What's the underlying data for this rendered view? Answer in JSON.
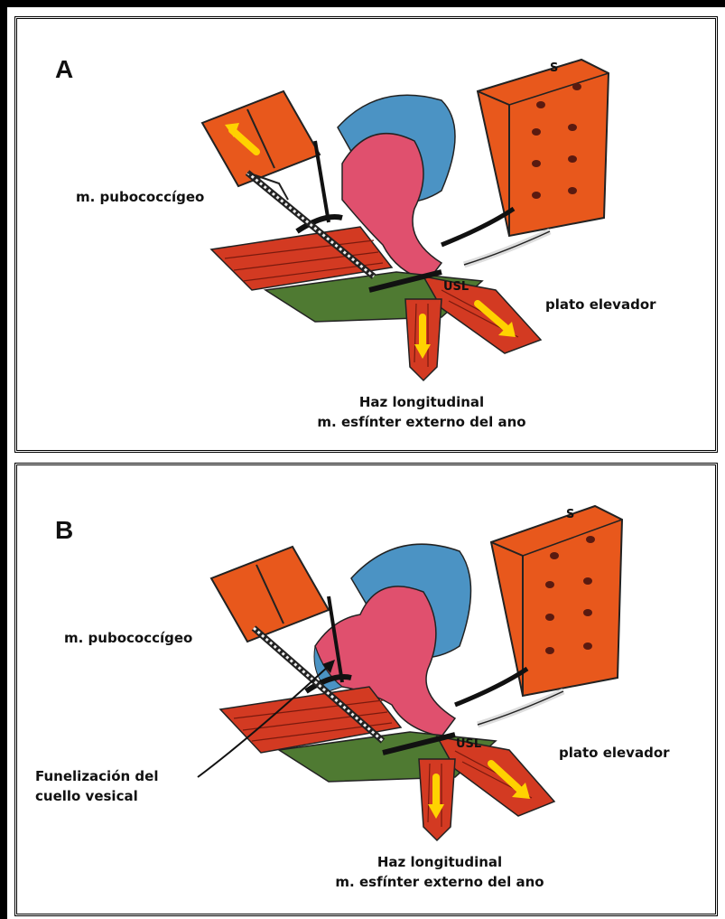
{
  "panels": [
    {
      "letter": "A",
      "labels": {
        "pubococcygeus": "m. pubococcígeo",
        "levator_plate": "plato elevador",
        "longitudinal_line1": "Haz longitudinal",
        "longitudinal_line2": "m. esfínter externo del ano",
        "sacrum_mark": "S",
        "usl_mark": "USL"
      }
    },
    {
      "letter": "B",
      "labels": {
        "pubococcygeus": "m. pubococcígeo",
        "levator_plate": "plato elevador",
        "longitudinal_line1": "Haz longitudinal",
        "longitudinal_line2": "m. esfínter externo del ano",
        "funneling_line1": "Funelización del",
        "funneling_line2": "cuello vesical",
        "sacrum_mark": "S",
        "usl_mark": "USL"
      }
    }
  ],
  "colors": {
    "muscle_orange": "#e8581c",
    "muscle_red": "#d33a22",
    "bladder_blue": "#4b93c4",
    "bladder_pink": "#e0506e",
    "vagina_green": "#4f7a32",
    "arrow_yellow": "#ffd200",
    "ligament_black": "#111111"
  }
}
